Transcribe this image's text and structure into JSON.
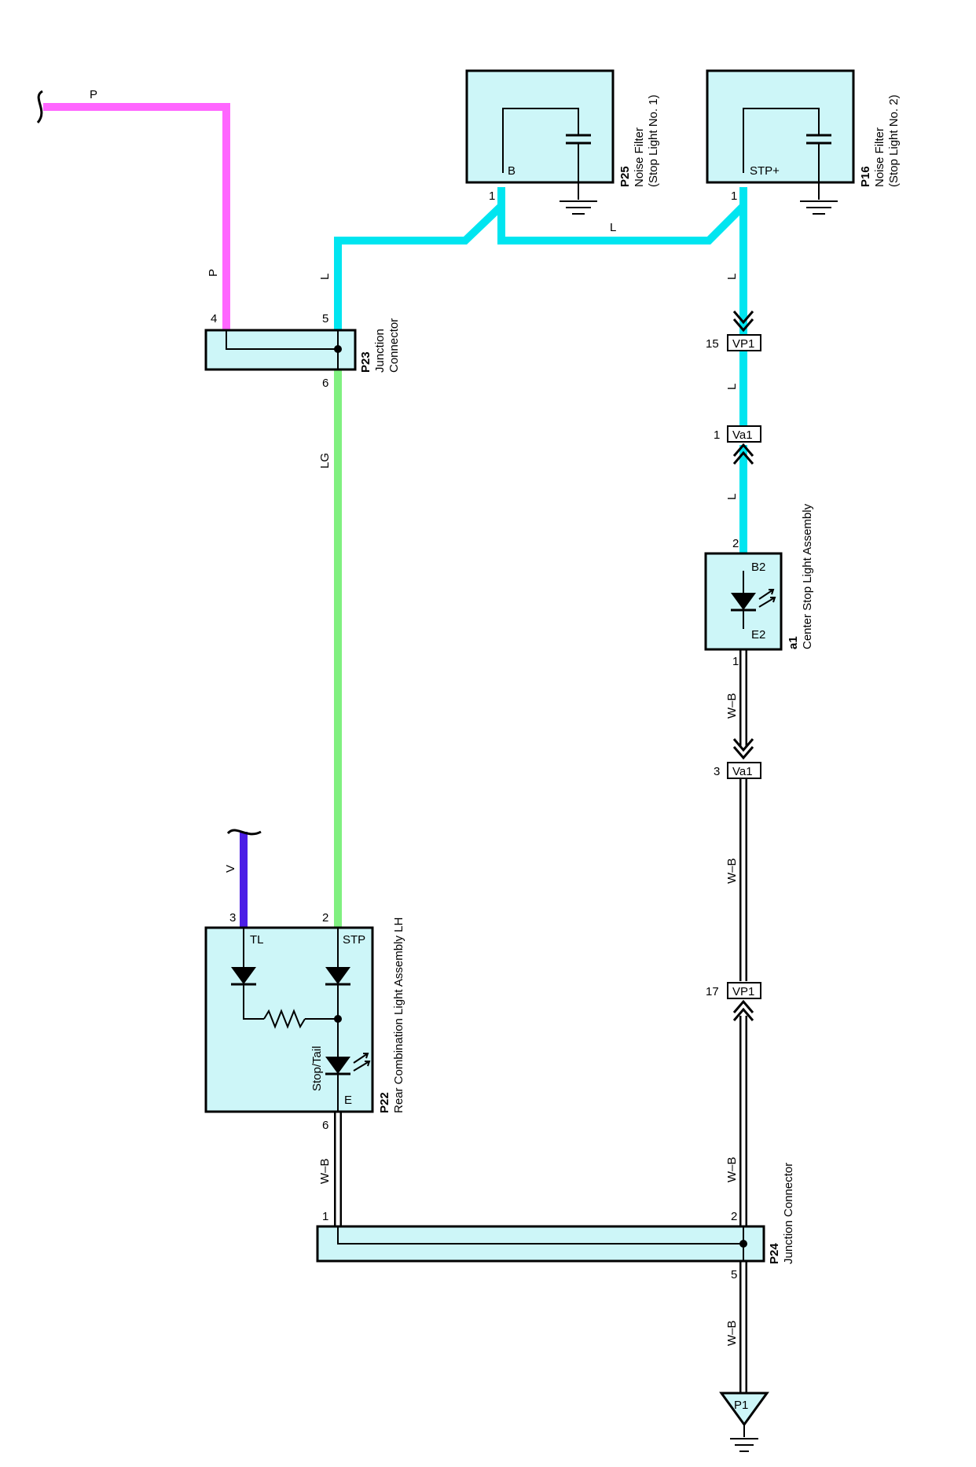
{
  "wire_colors": {
    "P": "#ff66ff",
    "L": "#00e5f0",
    "LG": "#80f080",
    "V": "#4b1ee6",
    "WB": "#ffffff"
  },
  "wire_labels": {
    "p_top": "P",
    "p_vertical": "P",
    "l_top": "L",
    "l_left": "L",
    "l_right_1": "L",
    "l_right_2": "L",
    "l_right_3": "L",
    "lg": "LG",
    "v": "V",
    "wb_1": "W–B",
    "wb_2": "W–B",
    "wb_3": "W–B",
    "wb_4": "W–B",
    "wb_5": "W–B"
  },
  "components": {
    "p25": {
      "code": "P25",
      "name": "Noise Filter",
      "sub": "(Stop Light No. 1)",
      "terminal": "B",
      "pin": "1"
    },
    "p16": {
      "code": "P16",
      "name": "Noise Filter",
      "sub": "(Stop Light No. 2)",
      "terminal": "STP+",
      "pin": "1"
    },
    "p23": {
      "code": "P23",
      "name": "Junction",
      "name2": "Connector",
      "pin4": "4",
      "pin5": "5",
      "pin6": "6"
    },
    "a1": {
      "code": "a1",
      "name": "Center Stop Light Assembly",
      "terminal_top": "B2",
      "terminal_bottom": "E2",
      "pin_top": "2",
      "pin_bottom": "1"
    },
    "p22": {
      "code": "P22",
      "name": "Rear Combination Light Assembly LH",
      "tl": "TL",
      "stp": "STP",
      "stop_tail": "Stop/Tail",
      "e": "E",
      "pin3": "3",
      "pin2": "2",
      "pin6": "6"
    },
    "p24": {
      "code": "P24",
      "name": "Junction Connector",
      "pin1": "1",
      "pin2": "2",
      "pin5": "5"
    },
    "p1": {
      "code": "P1"
    }
  },
  "connectors": {
    "vp1_top": {
      "code": "VP1",
      "pin": "15"
    },
    "va1_top": {
      "code": "Va1",
      "pin": "1"
    },
    "va1_bottom": {
      "code": "Va1",
      "pin": "3"
    },
    "vp1_bottom": {
      "code": "VP1",
      "pin": "17"
    }
  }
}
